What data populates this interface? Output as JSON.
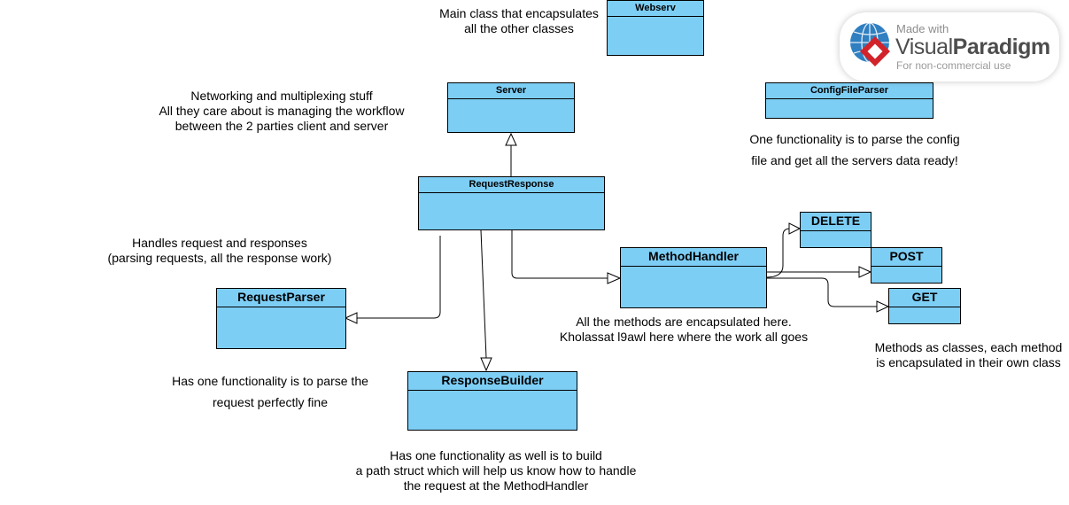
{
  "classes": {
    "webserv": "Webserv",
    "server": "Server",
    "config_file_parser": "ConfigFileParser",
    "request_response": "RequestResponse",
    "method_handler": "MethodHandler",
    "delete": "DELETE",
    "post": "POST",
    "get": "GET",
    "request_parser": "RequestParser",
    "response_builder": "ResponseBuilder"
  },
  "notes": {
    "webserv": [
      "Main class that encapsulates",
      "all the other classes"
    ],
    "server": [
      "Networking and multiplexing stuff",
      "All they care about is managing the workflow",
      "between the 2 parties client and server"
    ],
    "config": [
      "One functionality is to parse the config",
      "file and get all the servers data ready!"
    ],
    "request_response": [
      "Handles request and responses",
      "(parsing requests, all the response work)"
    ],
    "method_handler": [
      "All the methods are encapsulated here.",
      "Kholassat l9awl here where the work all goes"
    ],
    "methods": [
      "Methods as classes, each method",
      "is encapsulated in their own class"
    ],
    "request_parser": [
      "Has one functionality is to parse the",
      "request perfectly fine"
    ],
    "response_builder": [
      "Has one functionality as well is to build",
      "a path struct which will help us know how to handle",
      "the request at the MethodHandler"
    ]
  },
  "watermark": {
    "made_with": "Made with",
    "brand_regular": "Visual",
    "brand_bold": "Paradigm",
    "usage": "For non-commercial use"
  },
  "colors": {
    "class_fill": "#7dcef5",
    "line": "#000000"
  }
}
